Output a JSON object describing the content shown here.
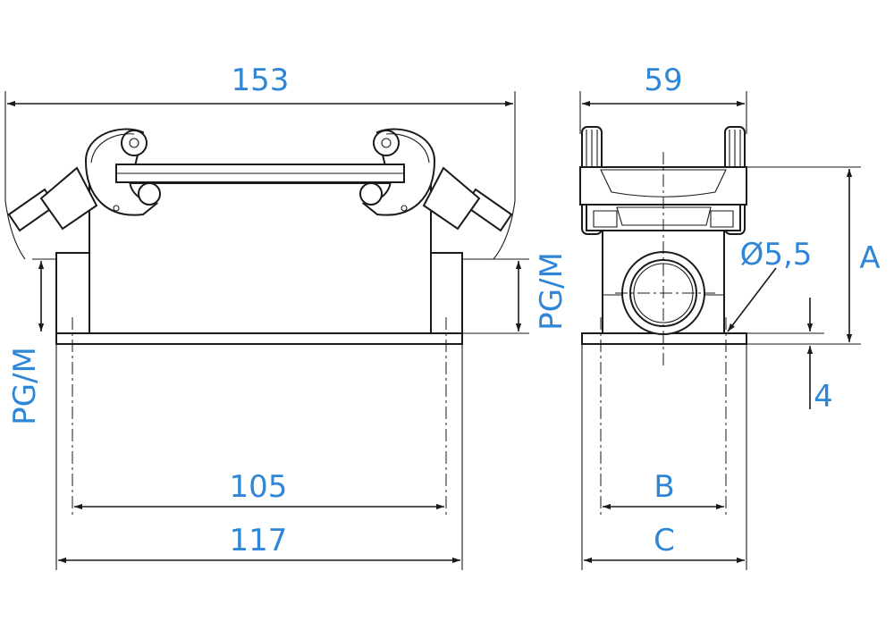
{
  "colors": {
    "dimension_text": "#2f86d6",
    "lines": "#1a1a1a",
    "background": "#ffffff"
  },
  "front_view": {
    "overall_width": "153",
    "hole_spacing": "105",
    "base_length": "117",
    "thread_left": "PG/M",
    "thread_right": "PG/M"
  },
  "side_view": {
    "overall_width": "59",
    "height_label": "A",
    "hole_diameter": "Ø5,5",
    "flange_thickness": "4",
    "inner_width_label": "B",
    "outer_width_label": "C"
  }
}
